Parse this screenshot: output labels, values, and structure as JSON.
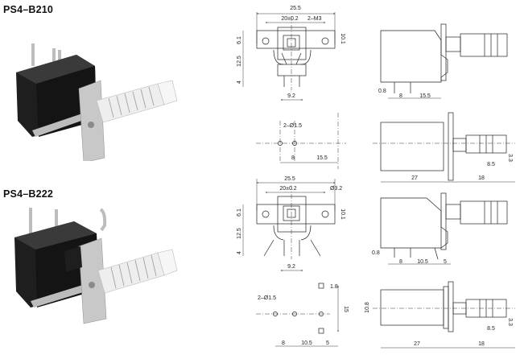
{
  "models": [
    {
      "name": "PS4–B210",
      "front": {
        "width": "25.5",
        "pitch": "20±0.2",
        "hole": "2–M3",
        "h1": "6.1",
        "h2": "12.5",
        "h3": "4",
        "h4": "10.1",
        "pin": "9.2"
      },
      "side": {
        "d1": "0.8",
        "d2": "8",
        "d3": "15.5"
      },
      "pcb": {
        "holes": "2–Ø1.5",
        "d1": "8",
        "d2": "15.5"
      },
      "top": {
        "len": "27",
        "plunger": "18",
        "d1": "8.5",
        "d2": "3.3"
      }
    },
    {
      "name": "PS4–B222",
      "front": {
        "width": "25.5",
        "pitch": "20±0.2",
        "hole": "Ø3.2",
        "h1": "6.1",
        "h2": "12.5",
        "h3": "4",
        "h4": "10.1",
        "pin": "9.2"
      },
      "side": {
        "d1": "0.8",
        "d2": "8",
        "d3": "10.5",
        "d4": "5"
      },
      "pcb": {
        "holes": "2–Ø1.5",
        "sq": "1.8",
        "d1": "8",
        "d2": "10.5",
        "d3": "5",
        "h": "15"
      },
      "top": {
        "h": "10.8",
        "len": "27",
        "plunger": "18",
        "d1": "8.5",
        "d2": "3.3"
      }
    }
  ],
  "colors": {
    "housing": "#1c1c1c",
    "metal": "#c9c9c9",
    "plunger": "#ececec",
    "line": "#222222"
  }
}
